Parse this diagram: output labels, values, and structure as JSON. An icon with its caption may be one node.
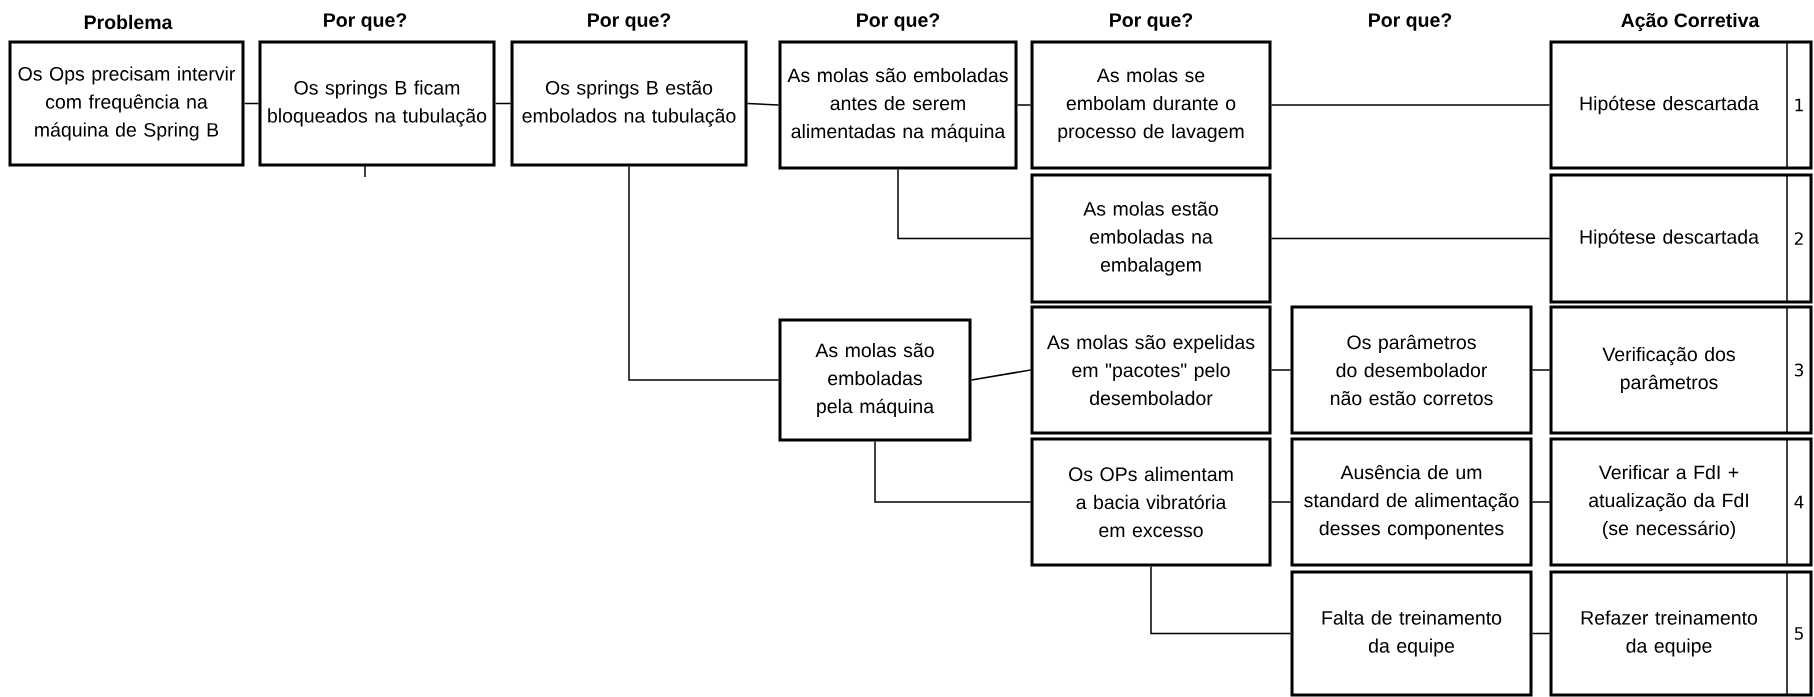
{
  "diagram": {
    "nodes": [
      {
        "text": [
          "Os Ops precisam intervir com frequência na máquina de Spring B"
        ]
      },
      {
        "text": [
          "Os springs B ficam bloqueados na tubulação"
        ]
      },
      {
        "text": [
          "Os springs B estão embolados na tubulação"
        ]
      },
      {
        "text": [
          "As molas são emboladas antes de serem alimentadas na máquina"
        ]
      },
      {
        "text": [
          "As molas se embolam durante o processo de lavagem"
        ]
      },
      {
        "text": [
          "Hipótese descartada",
          "1"
        ]
      },
      {
        "text": [
          "As molas estão emboladas na embalagem"
        ]
      },
      {
        "text": [
          "Hipótese descartada",
          "2"
        ]
      },
      {
        "text": [
          "As molas são emboladas pela máquina"
        ]
      },
      {
        "text": [
          "As molas são expelidas em \"pacotes\" pelo desembolador"
        ]
      },
      {
        "text": [
          "Os parâmetros do desembolador não estão corretos"
        ]
      },
      {
        "text": [
          "Verificação dos parâmetros",
          "3"
        ]
      },
      {
        "text": [
          "Os OPs alimentam a bacia vibratória em excesso"
        ]
      },
      {
        "text": [
          "Ausência de um standard de alimentação desses componentes"
        ]
      },
      {
        "text": [
          "Verificar a FdI + atualização da FdI (se necessário)",
          "4"
        ]
      },
      {
        "text": [
          "Falta de treinamento da equipe"
        ]
      },
      {
        "text": [
          "Refazer treinamento da equipe",
          "5"
        ]
      }
    ],
    "edges": [
      {
        "from": 0,
        "to": 1,
        "arrow": "none"
      },
      {
        "from": 1,
        "to": 2,
        "arrow": "none"
      },
      {
        "from": 2,
        "to": 3,
        "arrow": "none"
      },
      {
        "from": 3,
        "to": 4,
        "arrow": "none"
      },
      {
        "from": 4,
        "to": 5,
        "arrow": "none"
      },
      {
        "from": 3,
        "to": 6,
        "arrow": "none"
      },
      {
        "from": 6,
        "to": 7,
        "arrow": "none"
      },
      {
        "from": 2,
        "to": 8,
        "arrow": "none"
      },
      {
        "from": 8,
        "to": 9,
        "arrow": "none"
      },
      {
        "from": 9,
        "to": 10,
        "arrow": "none"
      },
      {
        "from": 10,
        "to": 11,
        "arrow": "none"
      },
      {
        "from": 8,
        "to": 12,
        "arrow": "none"
      },
      {
        "from": 12,
        "to": 13,
        "arrow": "none"
      },
      {
        "from": 13,
        "to": 14,
        "arrow": "none"
      },
      {
        "from": 12,
        "to": 15,
        "arrow": "none"
      },
      {
        "from": 15,
        "to": 16,
        "arrow": "none"
      }
    ],
    "labels": [
      "Problema",
      "Por que?",
      "Por que?",
      "Por que?",
      "Por que?",
      "Por que?",
      "Ação Corretiva"
    ]
  }
}
